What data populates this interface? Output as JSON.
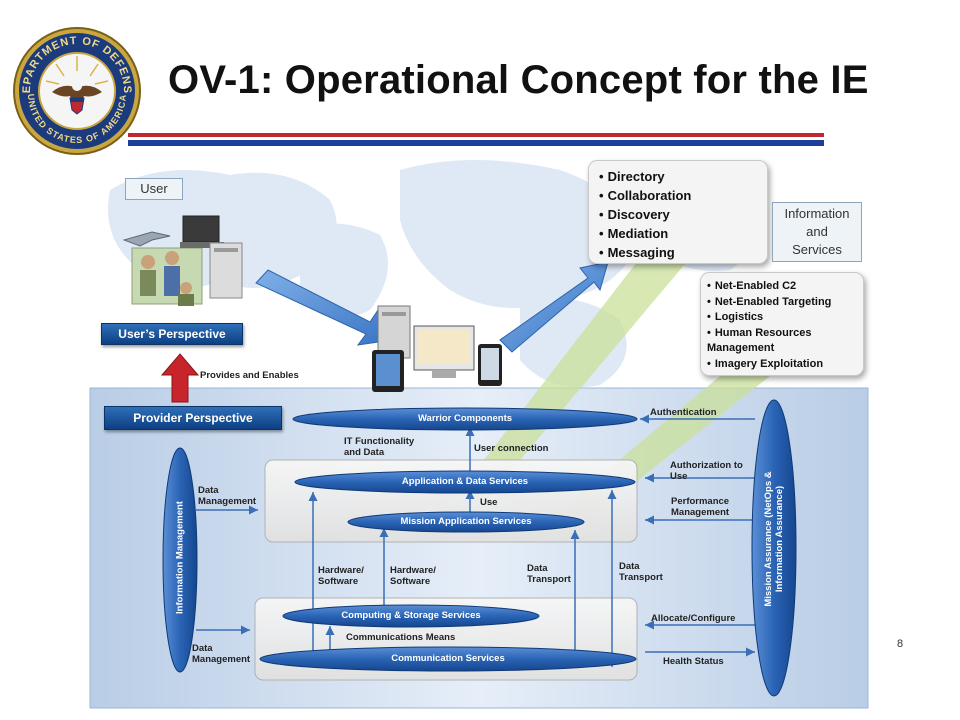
{
  "header": {
    "title": "OV-1: Operational Concept for the IE",
    "seal_text": "DEPARTMENT OF DEFENSE · UNITED STATES OF AMERICA",
    "rule_colors": [
      "#c0282f",
      "#1c3f9a"
    ]
  },
  "top": {
    "user_label": "User",
    "users_perspective": "User’s Perspective",
    "provides_and_enables": "Provides and Enables",
    "services_list": [
      "Directory",
      "Collaboration",
      "Discovery",
      "Mediation",
      "Messaging"
    ],
    "info_services_label": [
      "Information",
      "and",
      "Services"
    ],
    "capabilities_list": [
      "Net-Enabled C2",
      "Net-Enabled Targeting",
      "Logistics",
      "Human Resources",
      "Management",
      "Imagery Exploitation"
    ]
  },
  "diagram": {
    "provider_perspective": "Provider Perspective",
    "warrior_components": "Warrior Components",
    "application_data_services": "Application & Data Services",
    "mission_application_services": "Mission Application Services",
    "computing_storage_services": "Computing & Storage Services",
    "communication_services": "Communication Services",
    "information_management": "Information Management",
    "mission_assurance": [
      "Mission Assurance (NetOps &",
      "Information Assurance)"
    ],
    "labels": {
      "it_functionality": [
        "IT Functionality",
        "and Data"
      ],
      "user_connection": "User connection",
      "use": "Use",
      "data_management_1": [
        "Data",
        "Management"
      ],
      "data_management_2": [
        "Data",
        "Management"
      ],
      "hardware_software_1": [
        "Hardware/",
        "Software"
      ],
      "hardware_software_2": [
        "Hardware/",
        "Software"
      ],
      "data_transport_1": [
        "Data",
        "Transport"
      ],
      "data_transport_2": [
        "Data",
        "Transport"
      ],
      "communications_means": "Communications Means",
      "authentication": "Authentication",
      "authorization_to_use": [
        "Authorization to",
        "Use"
      ],
      "performance_management": [
        "Performance",
        "Management"
      ],
      "allocate_configure": "Allocate/Configure",
      "health_status": "Health Status"
    }
  },
  "footer": {
    "slide_number": "8"
  },
  "colors": {
    "accent_blue": "#1f5ea8",
    "bar_blue": "#2a64b5",
    "arrow_red": "#c8242b",
    "map_blue": "#dce8f5"
  }
}
